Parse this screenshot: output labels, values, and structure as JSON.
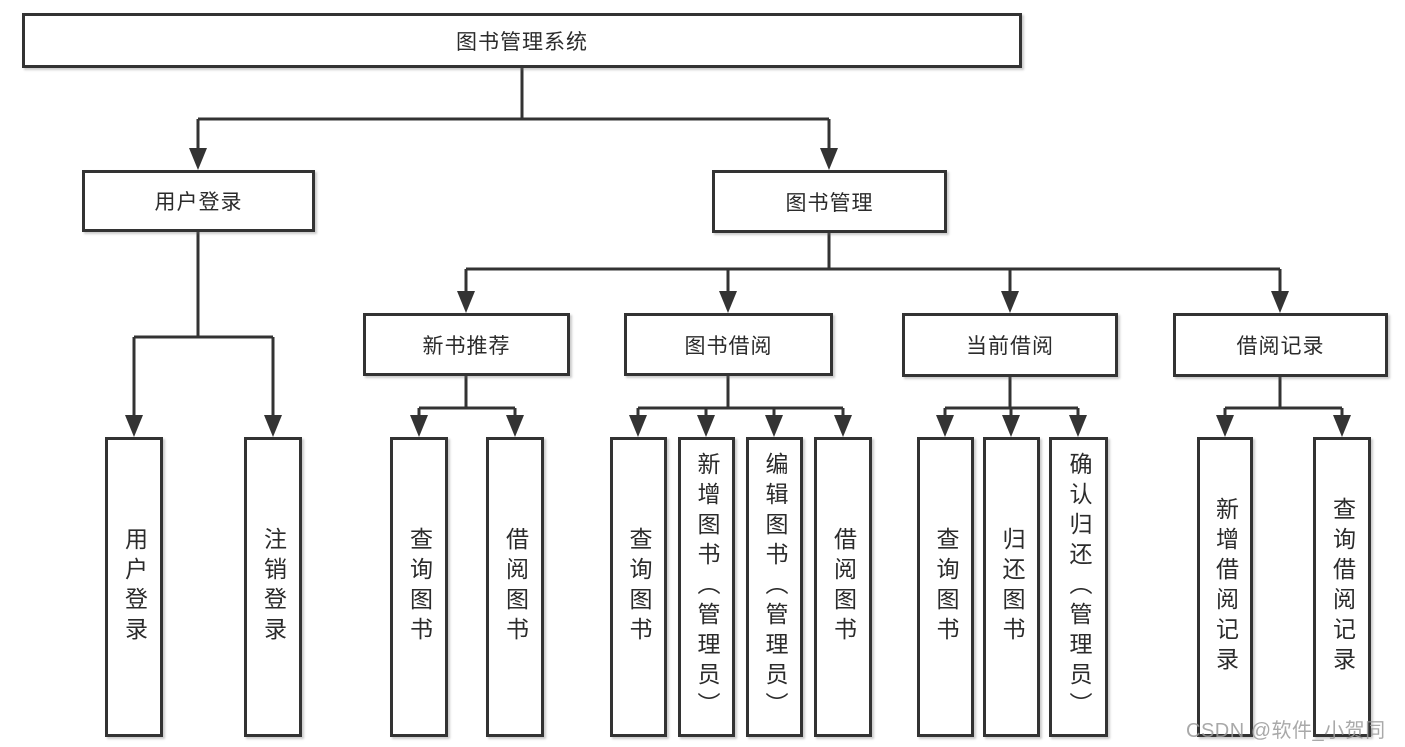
{
  "diagram": {
    "watermark": "CSDN @软件_小贺同学",
    "colors": {
      "line": "#333333",
      "box_border": "#333333",
      "box_background": "#ffffff",
      "text": "#2b2b2b",
      "watermark": "#9b9b9b"
    },
    "nodes": {
      "root": {
        "label": "图书管理系统"
      },
      "user_login": {
        "label": "用户登录"
      },
      "book_management": {
        "label": "图书管理"
      },
      "new_book_recommend": {
        "label": "新书推荐"
      },
      "book_borrow": {
        "label": "图书借阅"
      },
      "current_borrow": {
        "label": "当前借阅"
      },
      "borrow_records": {
        "label": "借阅记录"
      },
      "login_leaf": {
        "label": "用户登录"
      },
      "logout_leaf": {
        "label": "注销登录"
      },
      "rec_query_book": {
        "label": "查询图书"
      },
      "rec_borrow_book": {
        "label": "借阅图书"
      },
      "bb_query_book": {
        "label": "查询图书"
      },
      "bb_add_book": {
        "label": "新增图书（管理员）"
      },
      "bb_edit_book": {
        "label": "编辑图书（管理员）"
      },
      "bb_borrow_book": {
        "label": "借阅图书"
      },
      "cb_query_book": {
        "label": "查询图书"
      },
      "cb_return_book": {
        "label": "归还图书"
      },
      "cb_confirm_return": {
        "label": "确认归还（管理员）"
      },
      "br_add_record": {
        "label": "新增借阅记录"
      },
      "br_query_record": {
        "label": "查询借阅记录"
      }
    },
    "edges": [
      [
        "root",
        "user_login"
      ],
      [
        "root",
        "book_management"
      ],
      [
        "user_login",
        "login_leaf"
      ],
      [
        "user_login",
        "logout_leaf"
      ],
      [
        "book_management",
        "new_book_recommend"
      ],
      [
        "book_management",
        "book_borrow"
      ],
      [
        "book_management",
        "current_borrow"
      ],
      [
        "book_management",
        "borrow_records"
      ],
      [
        "new_book_recommend",
        "rec_query_book"
      ],
      [
        "new_book_recommend",
        "rec_borrow_book"
      ],
      [
        "book_borrow",
        "bb_query_book"
      ],
      [
        "book_borrow",
        "bb_add_book"
      ],
      [
        "book_borrow",
        "bb_edit_book"
      ],
      [
        "book_borrow",
        "bb_borrow_book"
      ],
      [
        "current_borrow",
        "cb_query_book"
      ],
      [
        "current_borrow",
        "cb_return_book"
      ],
      [
        "current_borrow",
        "cb_confirm_return"
      ],
      [
        "borrow_records",
        "br_add_record"
      ],
      [
        "borrow_records",
        "br_query_record"
      ]
    ]
  }
}
